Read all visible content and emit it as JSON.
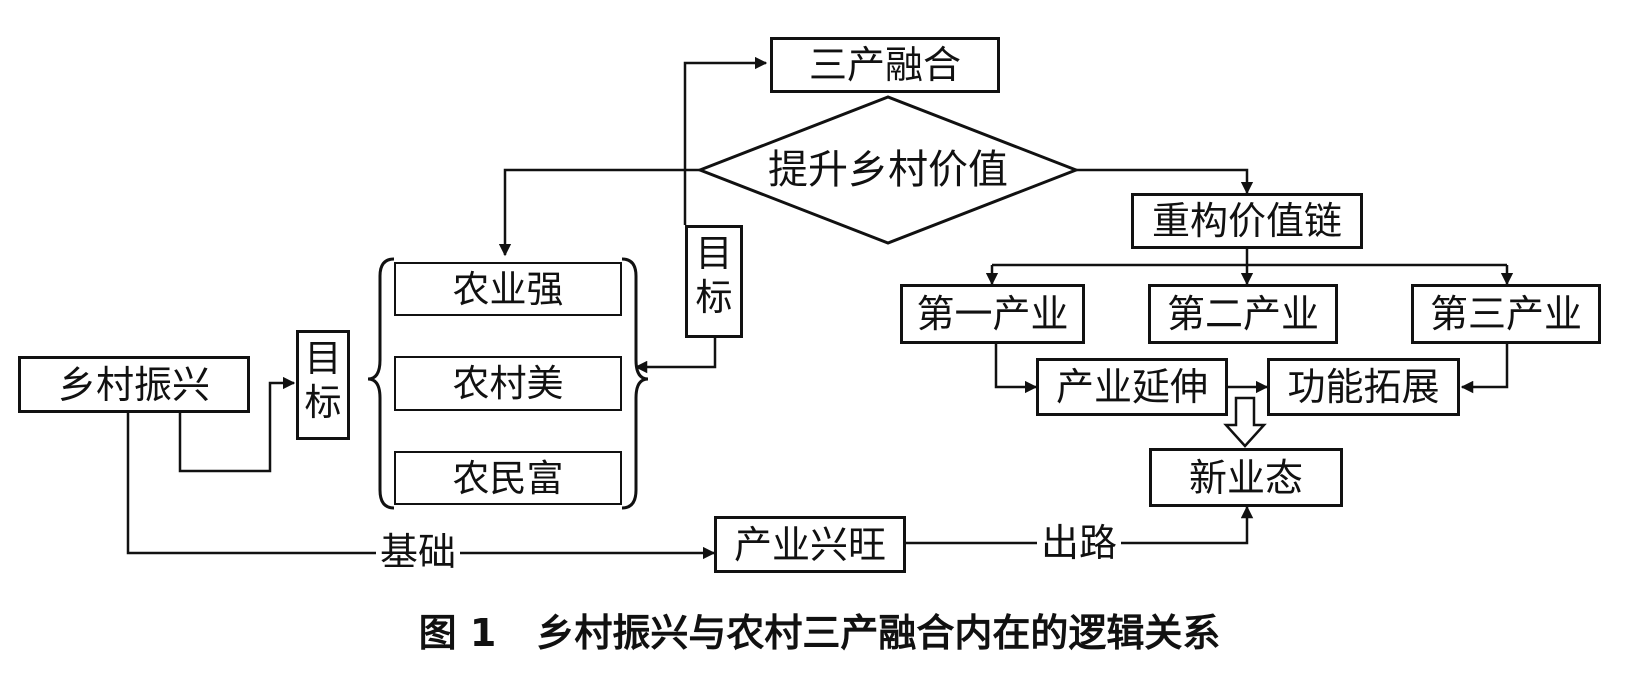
{
  "diagram": {
    "nodes": {
      "sanchan_ronghe": "三产融合",
      "tisheng_jiazhi": "提升乡村价值",
      "chonggou_jiazhilian": "重构价值链",
      "diyi_chanye": "第一产业",
      "dier_chanye": "第二产业",
      "disan_chanye": "第三产业",
      "chanye_yanshen": "产业延伸",
      "gongneng_tuozhan": "功能拓展",
      "xin_yetai": "新业态",
      "xiangcun_zhenxing": "乡村振兴",
      "mubiao_left": "目标",
      "mubiao_mid": "目标",
      "nongye_qiang": "农业强",
      "nongcun_mei": "农村美",
      "nongmin_fu": "农民富",
      "chanye_xingwang": "产业兴旺"
    },
    "edge_labels": {
      "jichu": "基础",
      "chulu": "出路"
    }
  },
  "caption": {
    "number": "图 1",
    "title": "乡村振兴与农村三产融合内在的逻辑关系"
  }
}
